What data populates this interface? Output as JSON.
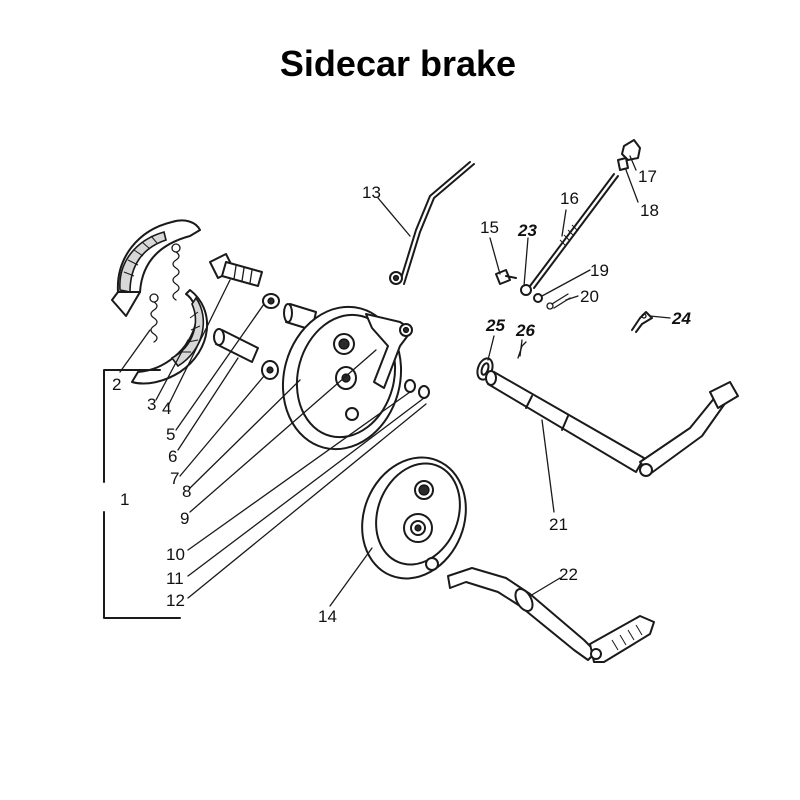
{
  "title": "Sidecar brake",
  "callouts": {
    "c1": "1",
    "c2": "2",
    "c3": "3",
    "c4": "4",
    "c5": "5",
    "c6": "6",
    "c7": "7",
    "c8": "8",
    "c9": "9",
    "c10": "10",
    "c11": "11",
    "c12": "12",
    "c13": "13",
    "c14": "14",
    "c15": "15",
    "c16": "16",
    "c17": "17",
    "c18": "18",
    "c19": "19",
    "c20": "20",
    "c21": "21",
    "c22": "22",
    "c23": "23",
    "c24": "24",
    "c25": "25",
    "c26": "26"
  }
}
